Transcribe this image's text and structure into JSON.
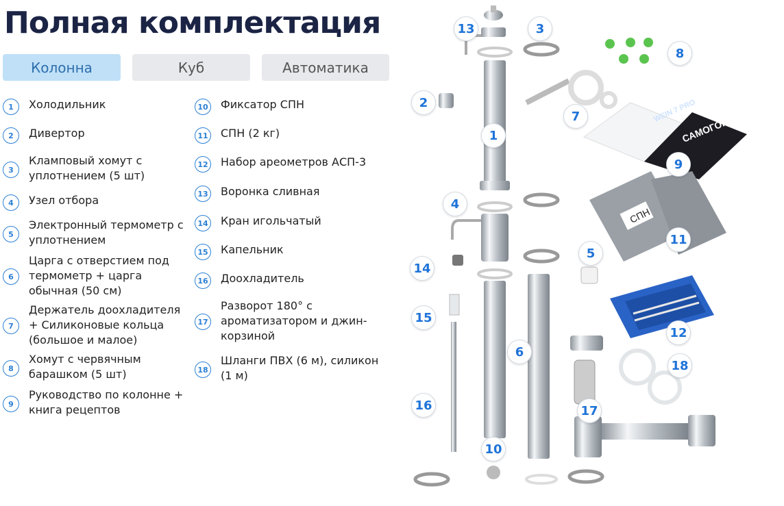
{
  "page": {
    "title": "Полная комплектация"
  },
  "tabs": [
    {
      "label": "Колонна",
      "active": true
    },
    {
      "label": "Куб",
      "active": false
    },
    {
      "label": "Автоматика",
      "active": false
    }
  ],
  "items_col1": [
    {
      "num": "1",
      "label": "Холодильник"
    },
    {
      "num": "2",
      "label": "Дивертор"
    },
    {
      "num": "3",
      "label": "Кламповый хомут с уплотнением (5 шт)"
    },
    {
      "num": "4",
      "label": "Узел отбора"
    },
    {
      "num": "5",
      "label": "Электронный термометр с уплотнением"
    },
    {
      "num": "6",
      "label": "Царга с отверстием под термометр + царга обычная (50 см)"
    },
    {
      "num": "7",
      "label": "Держатель доохладителя + Силиконовые кольца (большое и малое)"
    },
    {
      "num": "8",
      "label": "Хомут с червячным барашком (5 шт)"
    },
    {
      "num": "9",
      "label": "Руководство по колонне + книга рецептов"
    }
  ],
  "items_col2": [
    {
      "num": "10",
      "label": "Фиксатор СПН"
    },
    {
      "num": "11",
      "label": "СПН (2 кг)"
    },
    {
      "num": "12",
      "label": "Набор ареометров АСП-3"
    },
    {
      "num": "13",
      "label": "Воронка сливная"
    },
    {
      "num": "14",
      "label": "Кран игольчатый"
    },
    {
      "num": "15",
      "label": "Капельник"
    },
    {
      "num": "16",
      "label": "Доохладитель"
    },
    {
      "num": "17",
      "label": "Разворот 180° с ароматизатором и джин-корзиной"
    },
    {
      "num": "18",
      "label": "Шланги ПВХ (6 м), силикон (1 м)"
    }
  ],
  "diagram": {
    "callouts": [
      "13",
      "3",
      "8",
      "2",
      "7",
      "1",
      "9",
      "4",
      "11",
      "5",
      "14",
      "12",
      "15",
      "6",
      "18",
      "16",
      "17",
      "10"
    ],
    "labels": {
      "spn": "СПН",
      "book": "САМОГОН",
      "manual": "WEIN 7 PRO"
    }
  },
  "colors": {
    "accent": "#1e73d8",
    "active_tab": "#bfe0f7",
    "title": "#1b2444"
  }
}
